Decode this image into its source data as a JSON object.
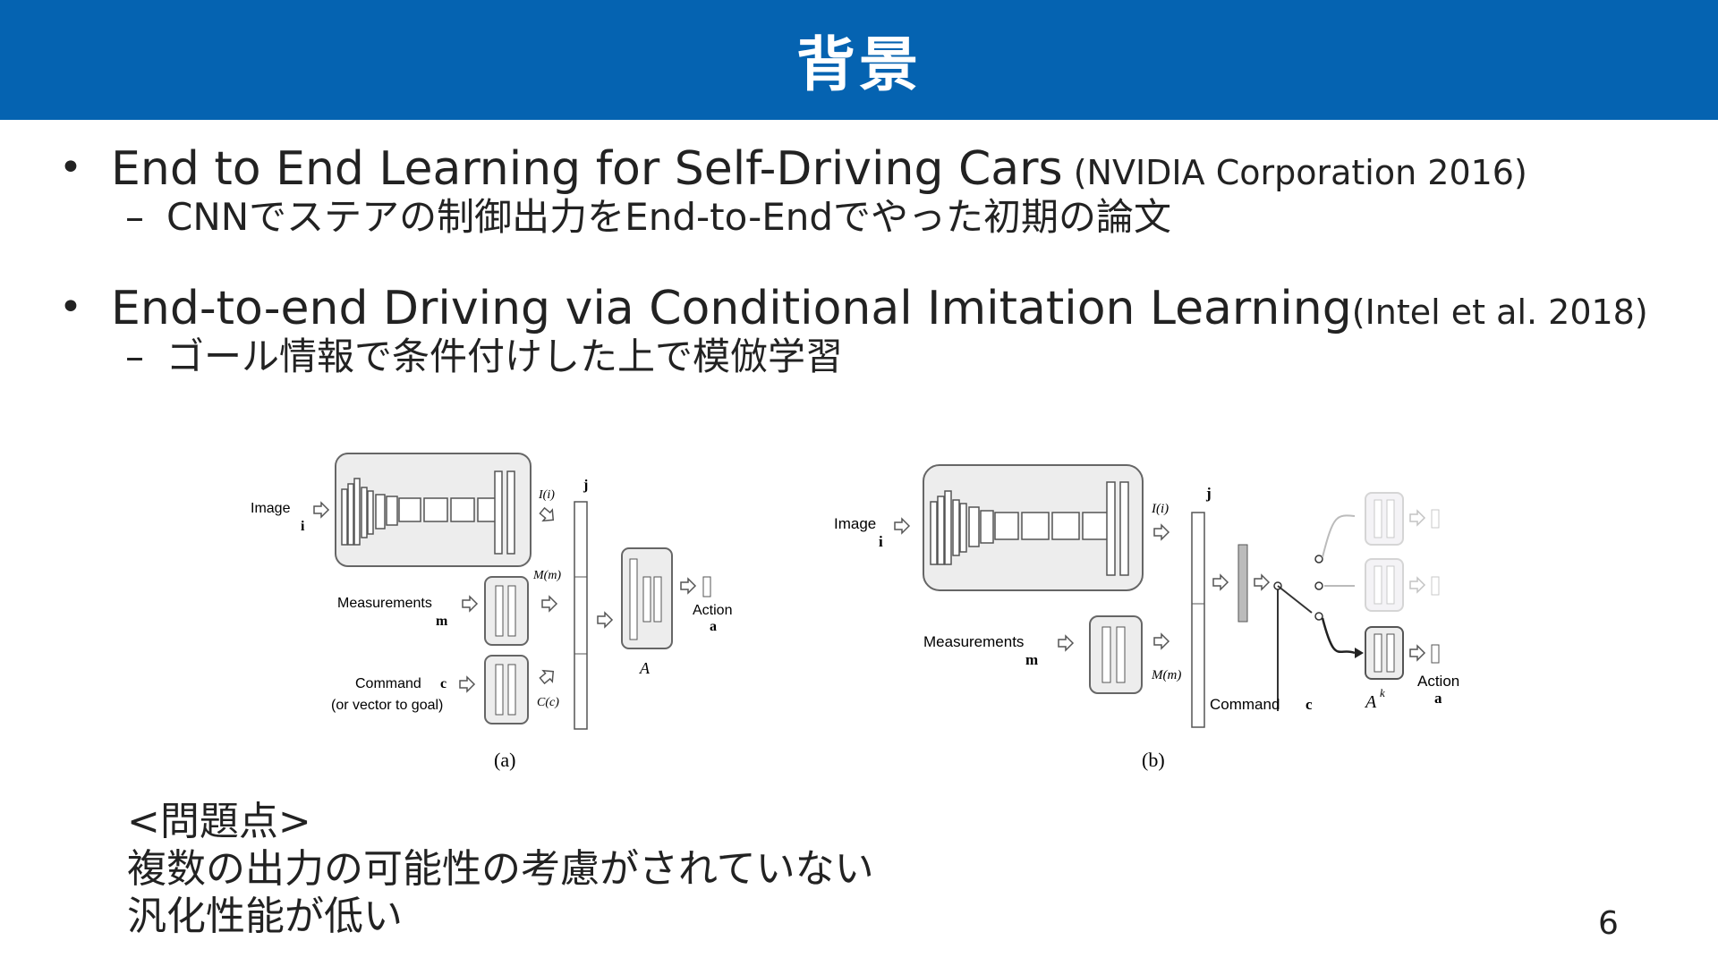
{
  "slide": {
    "title": "背景",
    "page_number": "6"
  },
  "bullets": [
    {
      "main": "End to End Learning for Self-Driving Cars",
      "source": " (NVIDIA Corporation 2016)",
      "sub": "CNNでステアの制御出力をEnd-to-Endでやった初期の論文"
    },
    {
      "main": "End-to-end Driving via Conditional Imitation Learning",
      "source": "(Intel et al. 2018)",
      "sub": "ゴール情報で条件付けした上で模倣学習"
    }
  ],
  "figure": {
    "a": {
      "caption": "(a)",
      "image_label": "Image",
      "image_var": "i",
      "measurements_label": "Measurements",
      "measurements_var": "m",
      "command_label": "Command",
      "command_var": "c",
      "command_note": "(or vector to goal)",
      "fn_image": "I(i)",
      "fn_meas": "M(m)",
      "fn_cmd": "C(c)",
      "joint": "j",
      "action_module": "A",
      "action_label": "Action",
      "action_var": "a"
    },
    "b": {
      "caption": "(b)",
      "image_label": "Image",
      "image_var": "i",
      "measurements_label": "Measurements",
      "measurements_var": "m",
      "command_label": "Command",
      "command_var": "c",
      "fn_image": "I(i)",
      "fn_meas": "M(m)",
      "joint": "j",
      "branch_label": "A",
      "branch_sup": "k",
      "action_label": "Action",
      "action_var": "a"
    }
  },
  "problems": {
    "heading": "<問題点>",
    "items": [
      "複数の出力の可能性の考慮がされていない",
      "汎化性能が低い"
    ]
  },
  "colors": {
    "title_bar": "#0563b1",
    "title_text": "#ffffff"
  }
}
